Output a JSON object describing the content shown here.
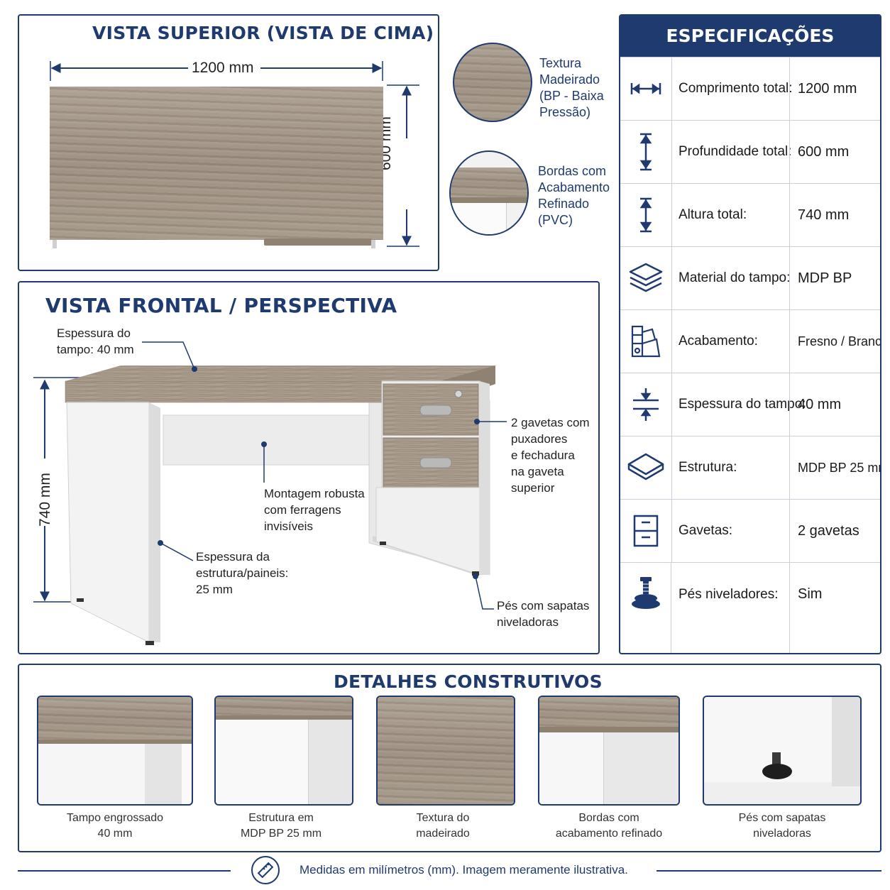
{
  "top_view": {
    "title": "VISTA SUPERIOR (VISTA DE CIMA)",
    "width_label": "1200 mm",
    "depth_label": "600 mm"
  },
  "texture_notes": [
    {
      "lines": [
        "Textura",
        "Madeirado",
        "(BP - Baixa",
        "Pressão)"
      ]
    },
    {
      "lines": [
        "Bordas com",
        "Acabamento",
        "Refinado",
        "(PVC)"
      ]
    }
  ],
  "front_view": {
    "title": "VISTA FRONTAL / PERSPECTIVA",
    "height_label": "740 mm",
    "notes": {
      "top_thickness": [
        "Espessura do",
        "tampo: 40 mm"
      ],
      "drawers": [
        "2 gavetas com",
        "puxadores",
        "e fechadura",
        "na gaveta",
        "superior"
      ],
      "mounting": [
        "Montagem robusta",
        "com ferragens",
        "invisíveis"
      ],
      "structure": [
        "Espessura da",
        "estrutura/paineis:",
        "25 mm"
      ],
      "feet": [
        "Pés com sapatas",
        "niveladoras"
      ]
    }
  },
  "specs": {
    "title": "ESPECIFICAÇÕES TÉCNICAS",
    "rows": [
      {
        "icon": "width-arrows-icon",
        "label": "Comprimento total:",
        "value": "1200 mm"
      },
      {
        "icon": "depth-arrows-icon",
        "label": "Profundidade total:",
        "value": "600 mm"
      },
      {
        "icon": "height-arrows-icon",
        "label": "Altura total:",
        "value": "740 mm"
      },
      {
        "icon": "layers-icon",
        "label": "Material do tampo:",
        "value": "MDP BP"
      },
      {
        "icon": "color-swatch-icon",
        "label": "Acabamento:",
        "value": "Fresno / Branco"
      },
      {
        "icon": "thickness-icon",
        "label": "Espessura do tampo:",
        "value": "40 mm"
      },
      {
        "icon": "panel-icon",
        "label": "Estrutura:",
        "value": "MDP BP 25 mm"
      },
      {
        "icon": "drawers-icon",
        "label": "Gavetas:",
        "value": "2 gavetas"
      },
      {
        "icon": "leveling-foot-icon",
        "label": "Pés niveladores:",
        "value": "Sim"
      }
    ]
  },
  "details": {
    "title": "DETALHES CONSTRUTIVOS",
    "items": [
      {
        "lines": [
          "Tampo engrossado",
          "40 mm"
        ]
      },
      {
        "lines": [
          "Estrutura em",
          "MDP BP 25 mm"
        ]
      },
      {
        "lines": [
          "Textura do",
          "madeirado"
        ]
      },
      {
        "lines": [
          "Bordas com",
          "acabamento refinado"
        ]
      },
      {
        "lines": [
          "Pés com sapatas",
          "niveladoras"
        ]
      }
    ]
  },
  "footer": {
    "icon": "ruler-icon",
    "text": "Medidas em milímetros (mm). Imagem meramente ilustrativa."
  },
  "colors": {
    "navy": "#1f3a6e",
    "wood": "#a3968a",
    "white_panel": "#f0f0f0"
  }
}
